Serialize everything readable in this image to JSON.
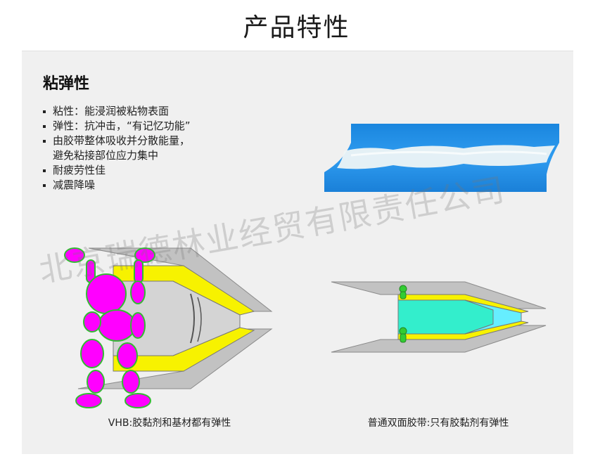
{
  "page": {
    "title": "产品特性"
  },
  "section": {
    "heading": "粘弹性",
    "features": [
      {
        "line1": "粘性：能浸润被粘物表面",
        "line2": ""
      },
      {
        "line1": "弹性：抗冲击，“有记忆功能”",
        "line2": ""
      },
      {
        "line1": "由胶带整体吸收并分散能量，",
        "line2": "避免粘接部位应力集中"
      },
      {
        "line1": "耐疲劳性佳",
        "line2": ""
      },
      {
        "line1": "减震降噪",
        "line2": ""
      }
    ]
  },
  "diagrams": {
    "left_caption": "VHB:胶黏剂和基材都有弹性",
    "right_caption": "普通双面胶带:只有胶黏剂有弹性"
  },
  "watermark": {
    "text": "北京瑞德林业经贸有限责任公司"
  },
  "colors": {
    "tape_blue": "#1e90e6",
    "tape_core": "#f2f6f8",
    "yellow_layer": "#f7f200",
    "metal_gray": "#bdbdbd",
    "figure_magenta": "#ff00ff",
    "figure_outline": "#33bb33",
    "adhesive_cyan": "#33eecc",
    "adhesive_light": "#66eeff"
  }
}
